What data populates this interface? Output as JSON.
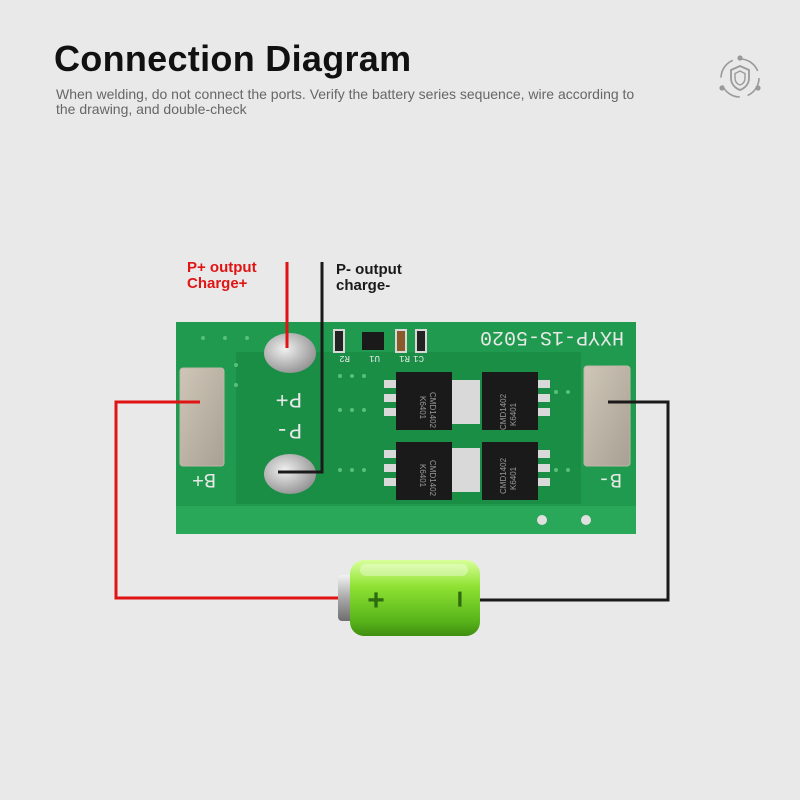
{
  "header": {
    "title": "Connection Diagram",
    "subtitle": "When welding, do not connect the ports. Verify the battery series sequence, wire according to the drawing, and double-check"
  },
  "labels": {
    "p_plus_line1": "P+  output",
    "p_plus_line2": "Charge+",
    "p_minus_line1": "P- output",
    "p_minus_line2": "charge-"
  },
  "board": {
    "model": "HXYP-1S-5020",
    "pad_left": "B+",
    "pad_right": "B-",
    "port_plus": "P+",
    "port_minus": "P-",
    "ref_r2": "R2",
    "ref_u1": "U1",
    "ref_r1": "R1",
    "ref_c1": "C1",
    "mosfet_code": "CMD1402",
    "mosfet_lot": "K6401"
  },
  "battery": {
    "plus": "+",
    "minus": "−"
  },
  "colors": {
    "pcb": "#1f9a4e",
    "wire_red": "#e01414",
    "wire_black": "#1a1a1a",
    "battery": "#7ed321"
  },
  "icons": {
    "logo": "shield-network-icon"
  }
}
